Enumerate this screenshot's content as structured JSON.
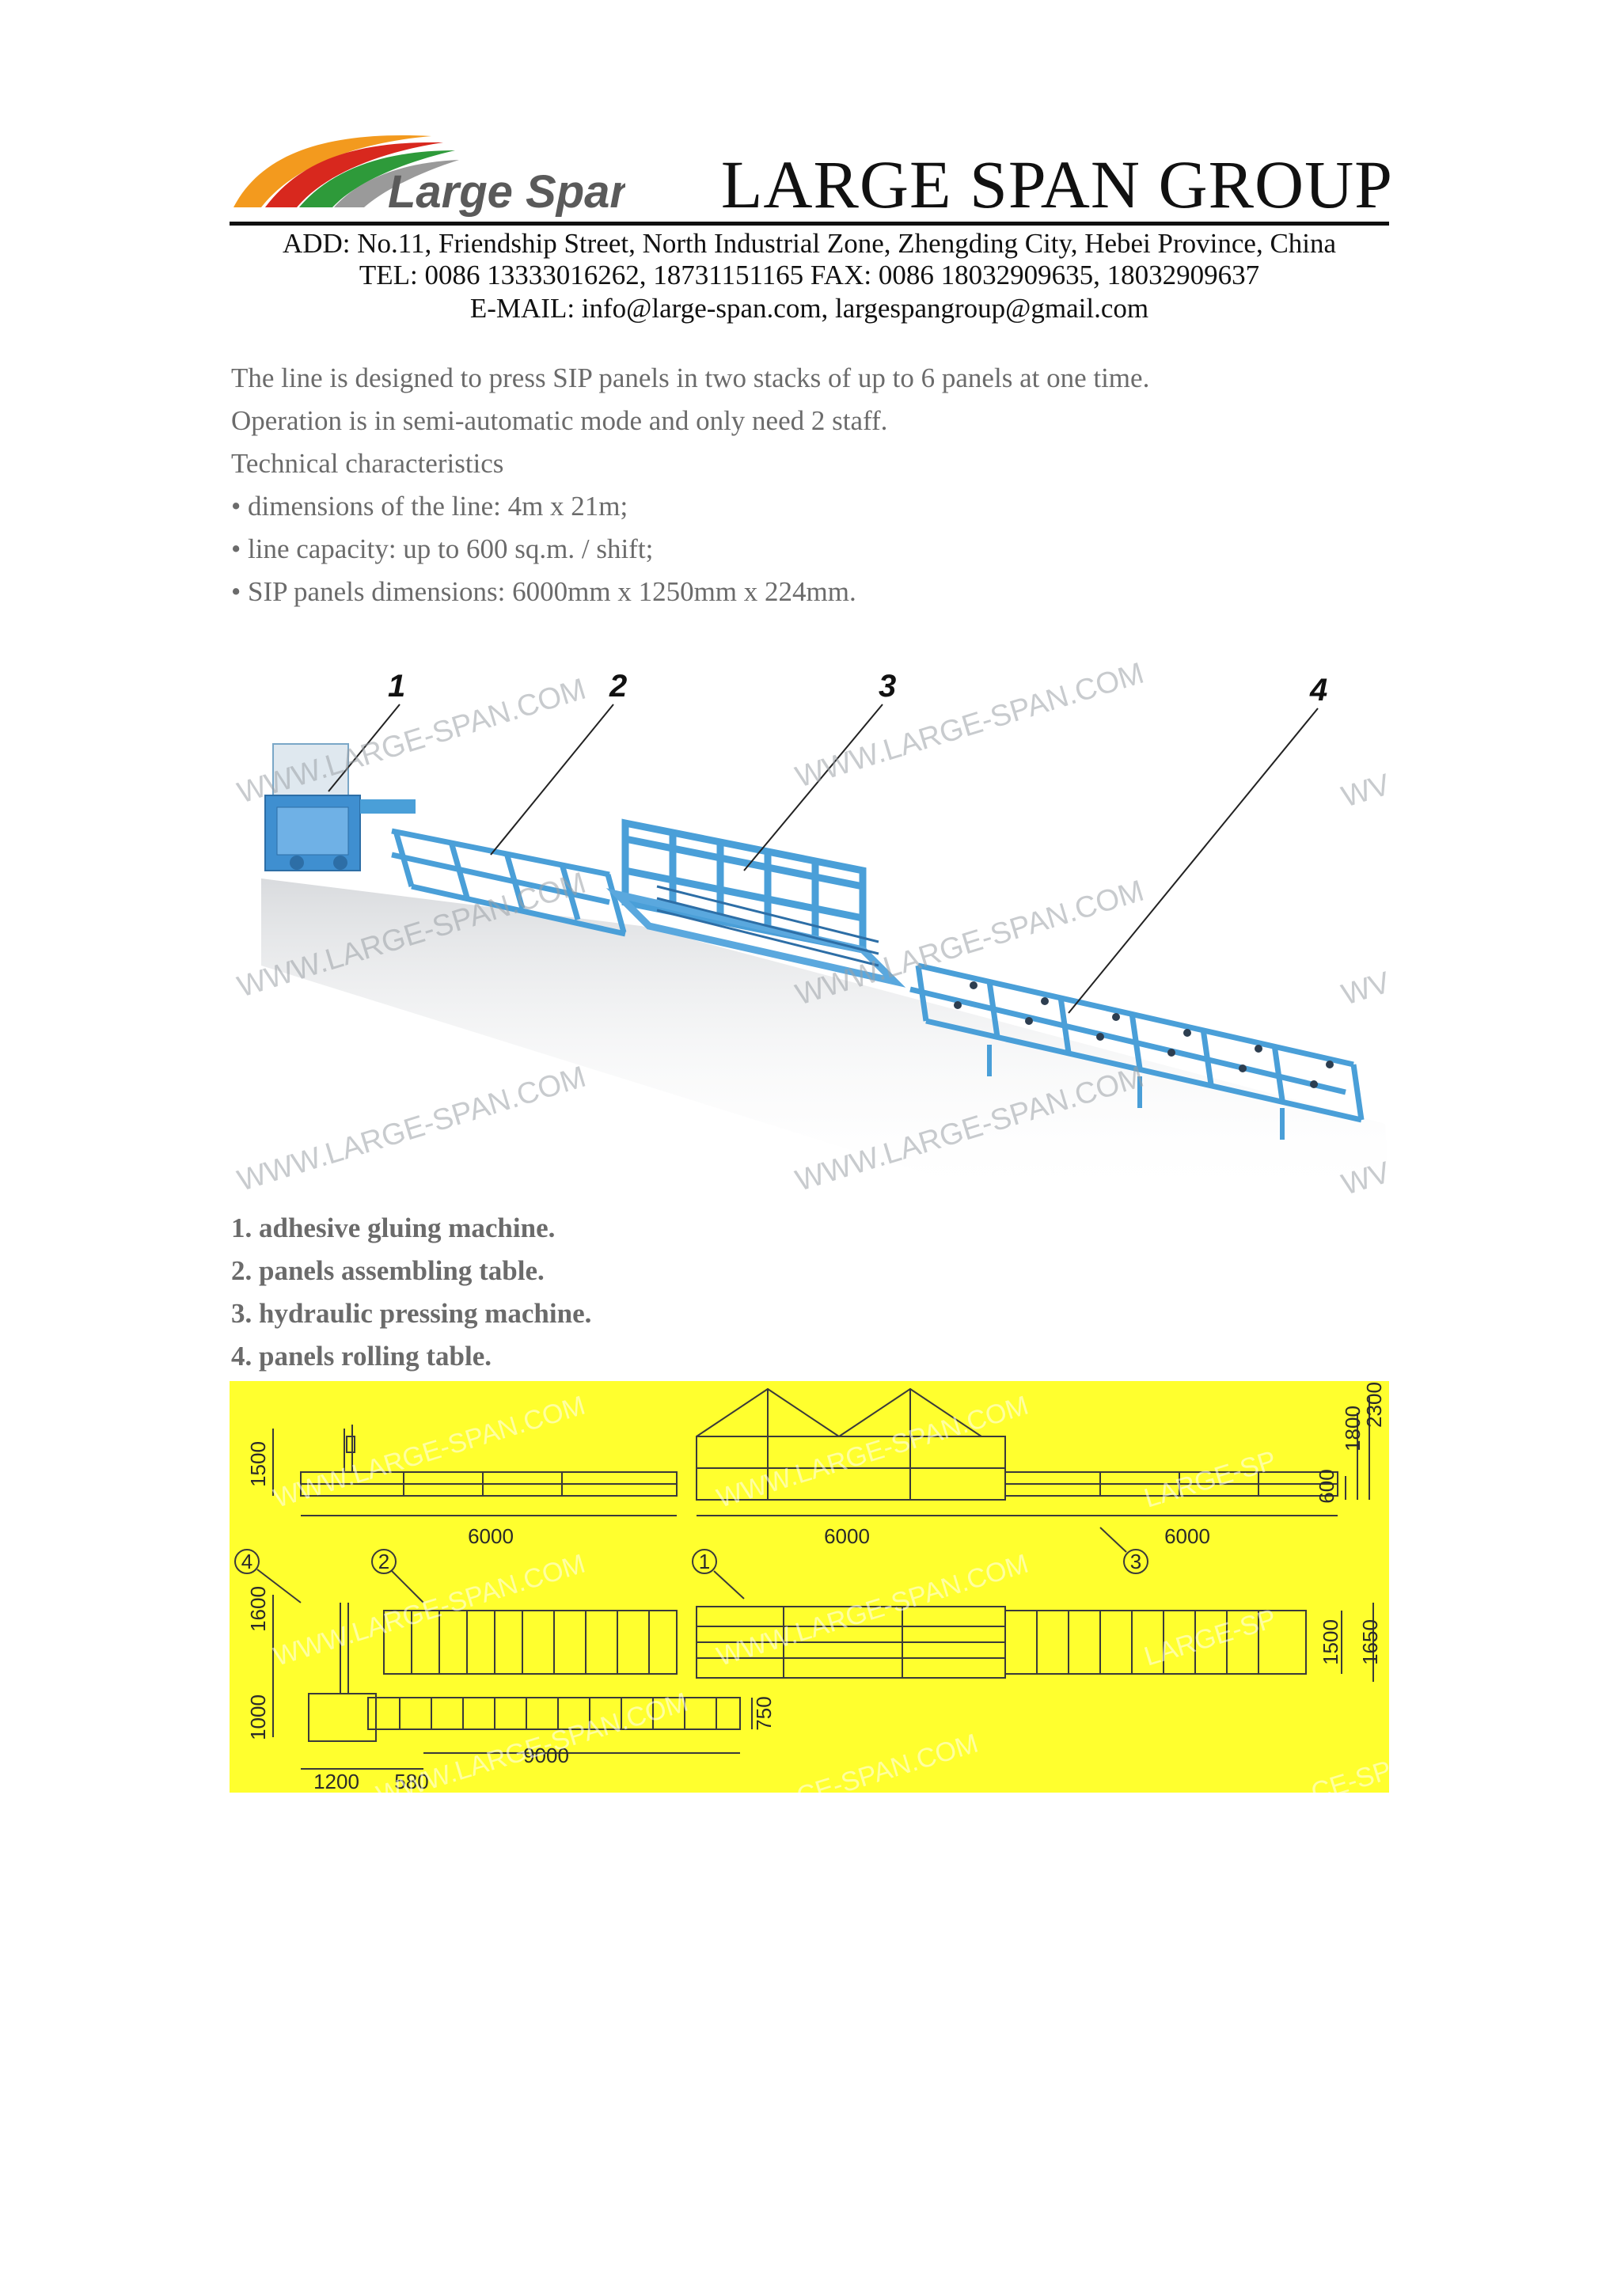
{
  "header": {
    "logo_text": "Large Span",
    "company_title": "LARGE SPAN GROUP",
    "address": "ADD: No.11, Friendship Street, North Industrial Zone, Zhengding City, Hebei Province, China",
    "phone_fax": "TEL: 0086 13333016262, 18731151165 FAX: 0086 18032909635, 18032909637",
    "email": "E-MAIL: info@large-span.com, largespangroup@gmail.com"
  },
  "intro": {
    "line1": "The line is designed to press SIP panels in two stacks of up to 6 panels at one time.",
    "line2": "Operation is in semi-automatic mode and only need 2 staff.",
    "line3": "Technical characteristics",
    "bullet1": "• dimensions of the line: 4m x 21m;",
    "bullet2": "• line capacity: up to 600 sq.m. / shift;",
    "bullet3": "• SIP panels dimensions: 6000mm x 1250mm x 224mm."
  },
  "render": {
    "callouts": [
      "1",
      "2",
      "3",
      "4"
    ],
    "watermark": "WWW.LARGE-SPAN.COM",
    "watermark_partial": "WV"
  },
  "legend": {
    "item1": "1. adhesive gluing machine.",
    "item2": "2. panels assembling table.",
    "item3": "3. hydraulic pressing machine.",
    "item4": "4. panels rolling table."
  },
  "drawing": {
    "background": "#ffff2e",
    "watermark": "WWW.LARGE-SPAN.COM",
    "watermark_tail": "LARGE-SP",
    "watermark_tail2": "-CE-SPAN.COM",
    "watermark_tail3": "-CE-SP",
    "dims": {
      "d1500_left": "1500",
      "d6000_a": "6000",
      "d6000_b": "6000",
      "d6000_c": "6000",
      "d1800": "1800",
      "d2300": "2300",
      "d600": "600",
      "d1600": "1600",
      "d1000": "1000",
      "d750": "750",
      "d9000": "9000",
      "d1200": "1200",
      "d580": "580",
      "d1500_right": "1500",
      "d1650": "1650"
    },
    "markers": [
      "4",
      "2",
      "1",
      "3"
    ]
  },
  "colors": {
    "machine_blue": "#4a9fd8",
    "drawing_yellow": "#ffff2e",
    "logo_red": "#d8281e",
    "logo_orange": "#f39a1e",
    "logo_green": "#2e9a3a",
    "logo_gray": "#5a5a5a"
  }
}
